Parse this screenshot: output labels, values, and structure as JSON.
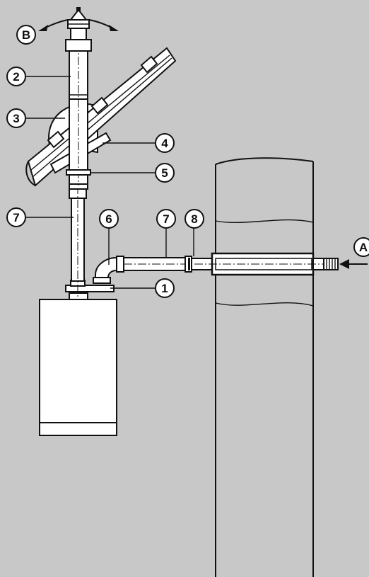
{
  "callouts": {
    "b": "B",
    "a": "A",
    "n1": "1",
    "n2": "2",
    "n3": "3",
    "n4": "4",
    "n5": "5",
    "n6": "6",
    "n7_left": "7",
    "n7_right": "7",
    "n8": "8"
  },
  "colors": {
    "background": "#c8c8c8",
    "component_fill": "#ffffff",
    "line": "#111111"
  }
}
